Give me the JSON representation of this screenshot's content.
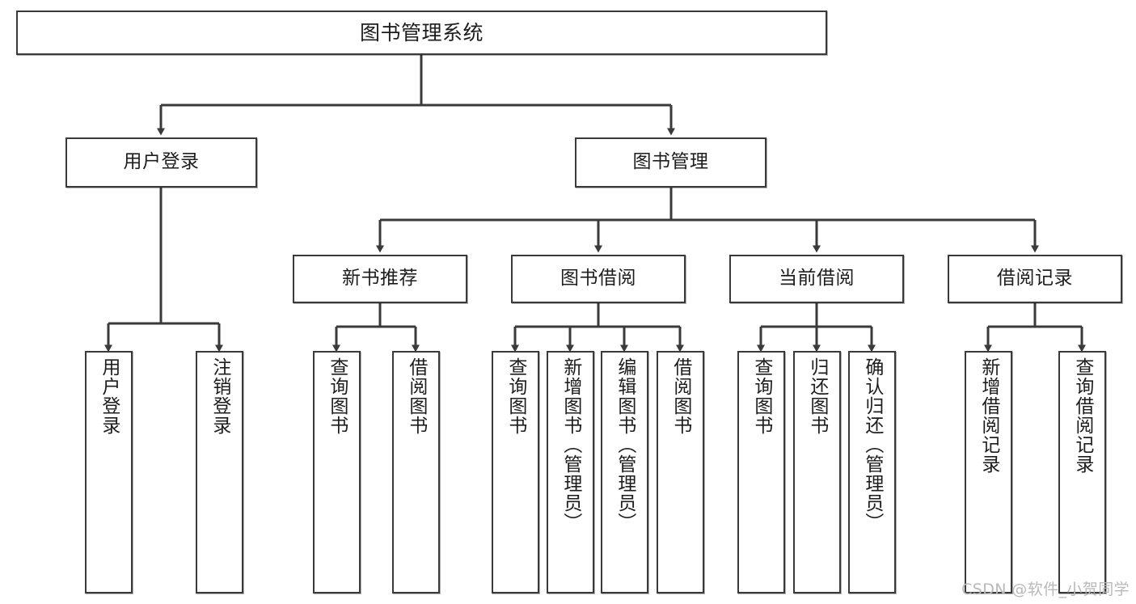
{
  "diagram": {
    "title": "图书管理系统",
    "watermark": "CSDN @软件_小贺同学",
    "line_color": "#3a3a3a",
    "box_fill": "#ffffff",
    "text_color": "#1d1d1d",
    "watermark_color": "#b9b9b9",
    "type": "tree-hierarchy",
    "levels": 4,
    "nodes": {
      "root": {
        "label": "图书管理系统"
      },
      "level2": [
        {
          "id": "user-login",
          "label": "用户登录"
        },
        {
          "id": "book-manage",
          "label": "图书管理"
        }
      ],
      "level3": [
        {
          "id": "new-book-recommend",
          "label": "新书推荐",
          "parent": "book-manage"
        },
        {
          "id": "book-borrow",
          "label": "图书借阅",
          "parent": "book-manage"
        },
        {
          "id": "current-borrow",
          "label": "当前借阅",
          "parent": "book-manage"
        },
        {
          "id": "borrow-record",
          "label": "借阅记录",
          "parent": "book-manage"
        }
      ],
      "leaves": [
        {
          "id": "leaf-user-login",
          "label": "用户登录",
          "parent": "user-login"
        },
        {
          "id": "leaf-user-logout",
          "label": "注销登录",
          "parent": "user-login"
        },
        {
          "id": "leaf-query-book-1",
          "label": "查询图书",
          "parent": "new-book-recommend"
        },
        {
          "id": "leaf-borrow-book-1",
          "label": "借阅图书",
          "parent": "new-book-recommend"
        },
        {
          "id": "leaf-query-book-2",
          "label": "查询图书",
          "parent": "book-borrow"
        },
        {
          "id": "leaf-add-book",
          "label": "新增图书（管理员）",
          "parent": "book-borrow"
        },
        {
          "id": "leaf-edit-book",
          "label": "编辑图书（管理员）",
          "parent": "book-borrow"
        },
        {
          "id": "leaf-borrow-book-2",
          "label": "借阅图书",
          "parent": "book-borrow"
        },
        {
          "id": "leaf-query-book-3",
          "label": "查询图书",
          "parent": "current-borrow"
        },
        {
          "id": "leaf-return-book",
          "label": "归还图书",
          "parent": "current-borrow"
        },
        {
          "id": "leaf-confirm-return",
          "label": "确认归还（管理员）",
          "parent": "current-borrow"
        },
        {
          "id": "leaf-add-record",
          "label": "新增借阅记录",
          "parent": "borrow-record"
        },
        {
          "id": "leaf-query-record",
          "label": "查询借阅记录",
          "parent": "borrow-record"
        }
      ]
    }
  }
}
